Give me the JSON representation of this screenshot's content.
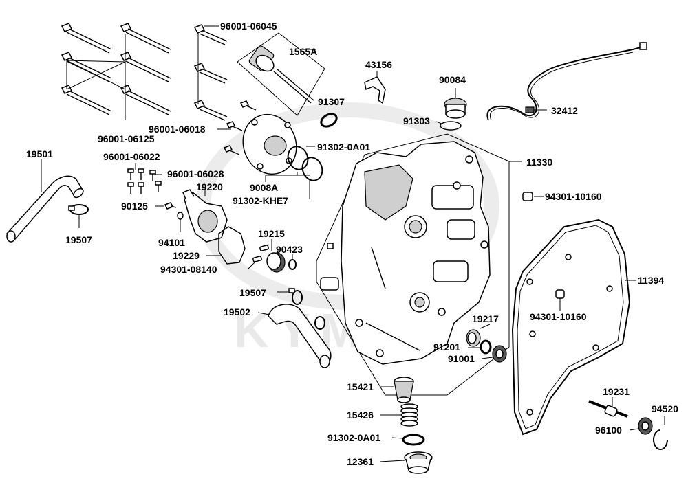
{
  "watermark": "KYMCO",
  "labels": {
    "p96001_06045": "96001-06045",
    "p1565A": "1565A",
    "p43156": "43156",
    "p90084": "90084",
    "p91307": "91307",
    "p91303": "91303",
    "p32412": "32412",
    "p96001_06125": "96001-06125",
    "p96001_06018": "96001-06018",
    "p91302_0A01_top": "91302-0A01",
    "p19501": "19501",
    "p96001_06022": "96001-06022",
    "p96001_06028": "96001-06028",
    "p11330": "11330",
    "p19220": "19220",
    "p9008A": "9008A",
    "p91302_KHE7": "91302-KHE7",
    "p94301_10160_top": "94301-10160",
    "p90125": "90125",
    "p19507_left": "19507",
    "p94101": "94101",
    "p19215": "19215",
    "p90423": "90423",
    "p19229": "19229",
    "p94301_08140": "94301-08140",
    "p11394": "11394",
    "p19507_mid": "19507",
    "p19502": "19502",
    "p94301_10160_bot": "94301-10160",
    "p19217": "19217",
    "p91201": "91201",
    "p91001": "91001",
    "p15421": "15421",
    "p15426": "15426",
    "p19231": "19231",
    "p94520": "94520",
    "p96100": "96100",
    "p91302_0A01_bot": "91302-0A01",
    "p12361": "12361"
  }
}
